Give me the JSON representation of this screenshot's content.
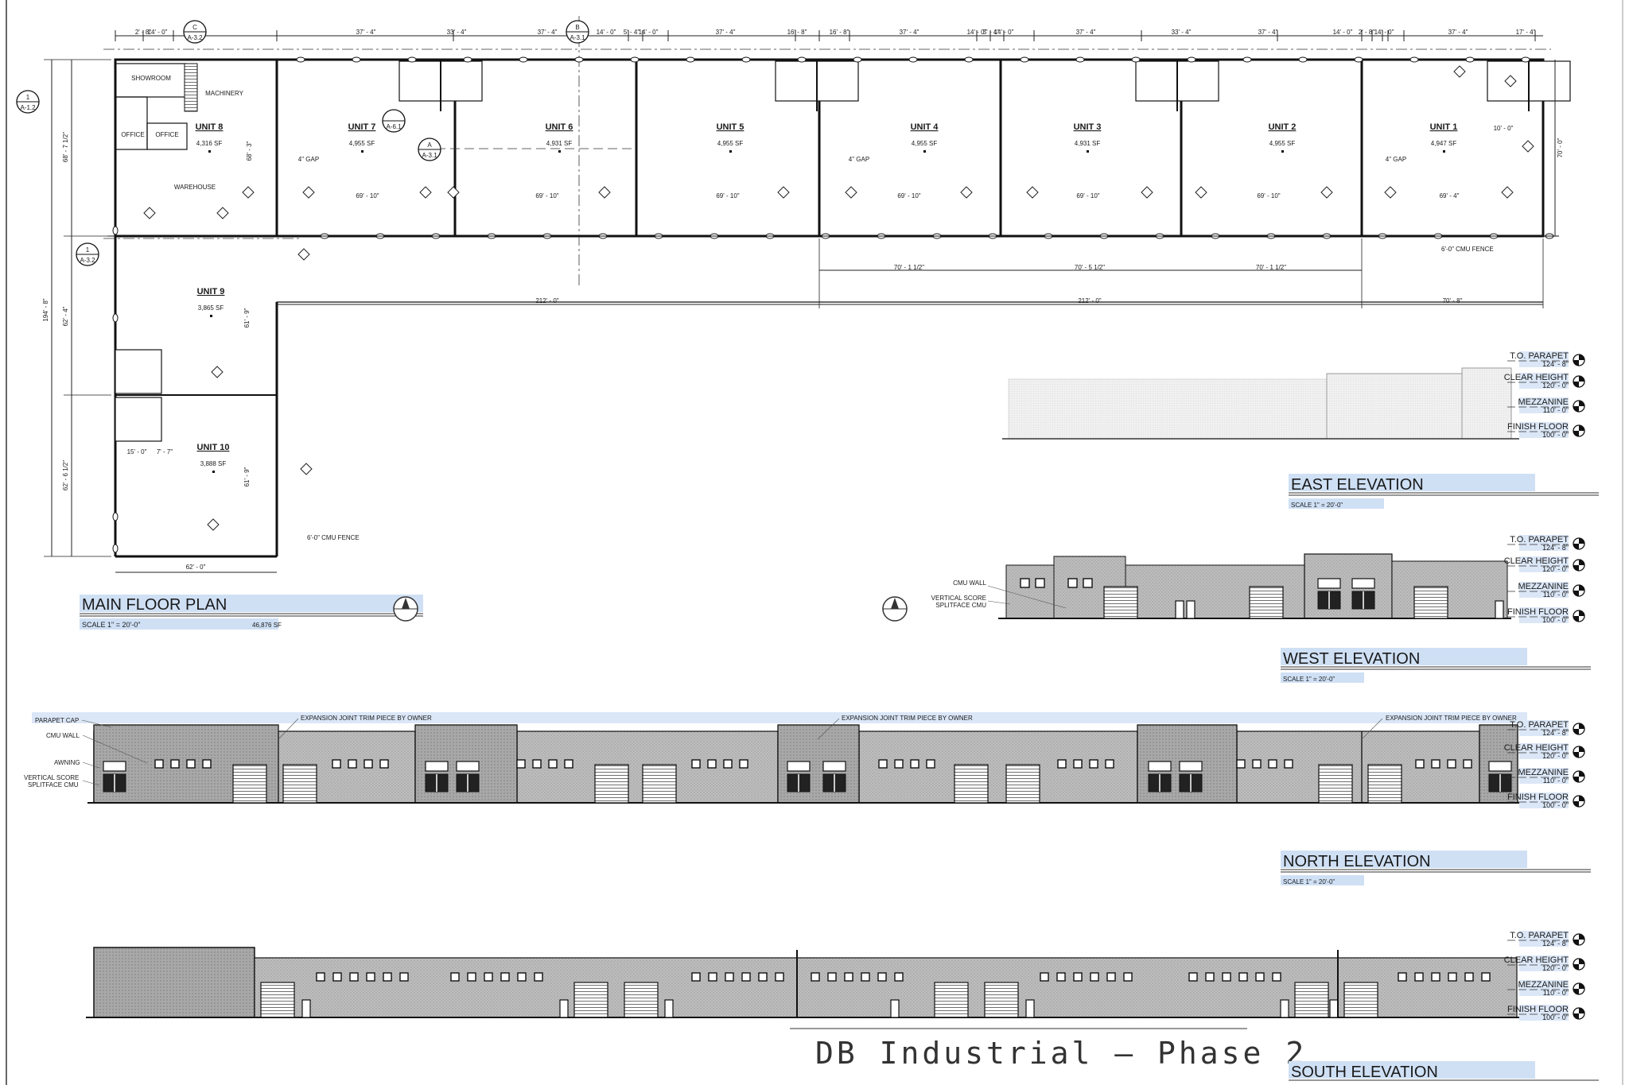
{
  "project_title": "DB Industrial — Phase 2",
  "plan": {
    "title": "MAIN FLOOR PLAN",
    "scale": "SCALE   1\" = 20'-0\"",
    "total_area": "46,876 SF",
    "units": [
      {
        "name": "UNIT 8",
        "area": "4,316 SF"
      },
      {
        "name": "UNIT 7",
        "area": "4,955 SF"
      },
      {
        "name": "UNIT 6",
        "area": "4,931 SF"
      },
      {
        "name": "UNIT 5",
        "area": "4,955 SF"
      },
      {
        "name": "UNIT 4",
        "area": "4,955 SF"
      },
      {
        "name": "UNIT 3",
        "area": "4,931 SF"
      },
      {
        "name": "UNIT 2",
        "area": "4,955 SF"
      },
      {
        "name": "UNIT 1",
        "area": "4,947 SF"
      },
      {
        "name": "UNIT 9",
        "area": "3,865 SF"
      },
      {
        "name": "UNIT 10",
        "area": "3,888 SF"
      }
    ],
    "rooms": [
      "SHOWROOM",
      "MACHINERY",
      "OFFICE",
      "OFFICE",
      "WAREHOUSE"
    ],
    "top_dims": [
      "2' - 8\"",
      "14' - 0\"",
      "37' - 4\"",
      "33' - 4\"",
      "37' - 4\"",
      "14' - 0\"",
      "5' - 4\"",
      "14' - 0\"",
      "37' - 4\"",
      "16' - 8\"",
      "16' - 8\"",
      "37' - 4\"",
      "14' - 0\"",
      "5' - 4\"",
      "14' - 0\"",
      "37' - 4\"",
      "33' - 4\"",
      "37' - 4\"",
      "14' - 0\"",
      "2' - 8\"",
      "14' - 0\"",
      "37' - 4\"",
      "17' - 4\""
    ],
    "depth_dims": [
      "69' - 10\"",
      "69' - 10\"",
      "69' - 10\"",
      "69' - 10\"",
      "69' - 10\"",
      "69' - 10\"",
      "69' - 4\""
    ],
    "gap_label": "4\" GAP",
    "fence_label": "6'-0\" CMU FENCE",
    "lower_dims": [
      "70' - 1 1/2\"",
      "70' - 5 1/2\"",
      "70' - 1 1/2\""
    ],
    "overall_dims": [
      "212' - 0\"",
      "212' - 0\"",
      "70' - 8\""
    ],
    "left_dims": [
      "194' - 8\"",
      "68' - 7 1/2\"",
      "62' - 4\"",
      "62' - 6 1/2\""
    ],
    "wing_dims": [
      "68' - 3\"",
      "61' - 9\"",
      "61' - 9\""
    ],
    "wing_width": "62' - 0\"",
    "right_dim": "70' - 0\"",
    "unit1_dim": "10' - 0\"",
    "unit10_dims": [
      "15' - 0\"",
      "7' - 7\""
    ],
    "section_marks": [
      {
        "letter": "C",
        "sheet": "A-3.2"
      },
      {
        "letter": "B",
        "sheet": "A-3.1"
      },
      {
        "letter": "A",
        "sheet": "A-3.1"
      },
      {
        "letter": "1",
        "sheet": "A-1.2"
      },
      {
        "letter": "1",
        "sheet": "A-3.2"
      },
      {
        "letter": "",
        "sheet": "A-6.1"
      }
    ]
  },
  "levels": [
    "T.O. PARAPET",
    "CLEAR HEIGHT",
    "MEZZANINE",
    "FINISH FLOOR"
  ],
  "level_values": [
    "124' - 8\"",
    "120' - 0\"",
    "110' - 0\"",
    "100' - 0\""
  ],
  "elevation_scale": "SCALE    1\" = 20'-0\"",
  "elevations": [
    {
      "title": "EAST ELEVATION"
    },
    {
      "title": "WEST ELEVATION"
    },
    {
      "title": "NORTH ELEVATION"
    },
    {
      "title": "SOUTH ELEVATION"
    }
  ],
  "callouts": {
    "cmu_wall": "CMU WALL",
    "vertical_score": "VERTICAL SCORE",
    "splitface": "SPLITFACE CMU",
    "parapet_cap": "PARAPET CAP",
    "awning": "AWNING",
    "expansion_joint": "EXPANSION JOINT TRIM PIECE BY OWNER"
  }
}
